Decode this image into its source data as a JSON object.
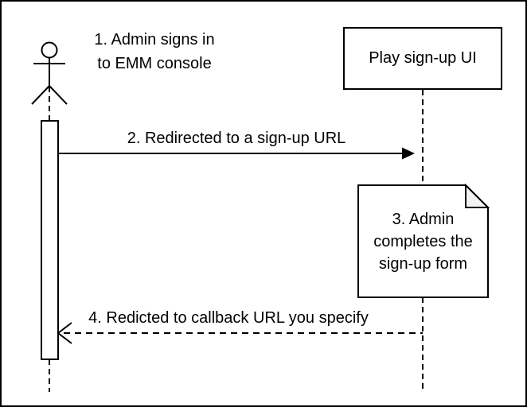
{
  "diagram_type": "sequence-diagram",
  "colors": {
    "line": "#000000",
    "background": "#ffffff",
    "note_fold": "#f2f2f2",
    "shape_fill": "#ffffff"
  },
  "labels": {
    "step1": "1. Admin signs in\nto EMM console",
    "participant": "Play sign-up UI",
    "message2": "2. Redirected to a sign-up URL",
    "note3": "3. Admin\ncompletes the\nsign-up form",
    "message4": "4. Redicted to callback URL you specify"
  }
}
